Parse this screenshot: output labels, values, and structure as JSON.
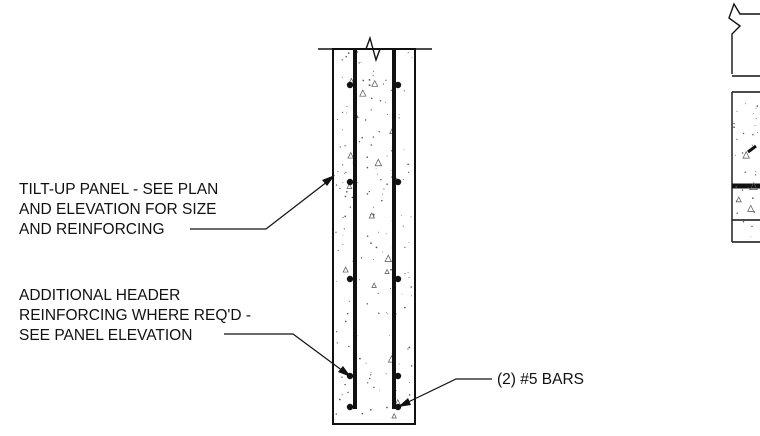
{
  "labels": {
    "panel_note": [
      "TILT-UP PANEL - SEE PLAN",
      "AND ELEVATION FOR SIZE",
      "AND REINFORCING"
    ],
    "header_note": [
      "ADDITIONAL HEADER",
      "REINFORCING WHERE REQ'D -",
      "SEE PANEL ELEVATION"
    ],
    "bars_note": "(2) #5 BARS"
  },
  "colors": {
    "ink": "#111111",
    "background": "#ffffff"
  }
}
